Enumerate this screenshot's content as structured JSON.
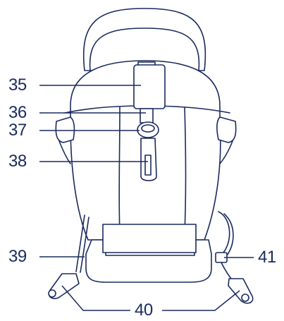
{
  "callouts": {
    "c35": "35",
    "c36": "36",
    "c37": "37",
    "c38": "38",
    "c39": "39",
    "c40": "40",
    "c41": "41"
  },
  "colors": {
    "ink": "#1a2a5e",
    "background": "#ffffff"
  },
  "icons": [
    "car-seat-illustration",
    "buckle-clip-icon"
  ]
}
